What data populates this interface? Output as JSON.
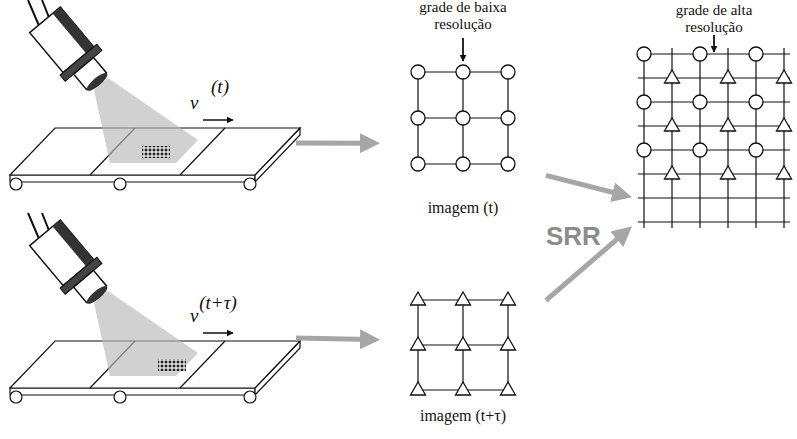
{
  "diagram": {
    "nodes": [
      {
        "text": [
          "(t)"
        ]
      },
      {
        "text": [
          "(t+τ)"
        ]
      },
      {
        "text": [
          "grade de baixa resolução",
          "imagem (t)"
        ]
      },
      {
        "text": [
          "imagem (t+τ)"
        ]
      },
      {
        "text": [
          "grade de alta resolução"
        ]
      }
    ],
    "edges": [
      {
        "from": 0,
        "to": 2,
        "arrow": "to"
      },
      {
        "from": 1,
        "to": 3,
        "arrow": "to"
      },
      {
        "from": 2,
        "to": 4,
        "arrow": "to"
      },
      {
        "from": 3,
        "to": 4,
        "arrow": "to"
      }
    ],
    "labels": [
      "v⃗",
      "v⃗",
      "SRR"
    ]
  }
}
